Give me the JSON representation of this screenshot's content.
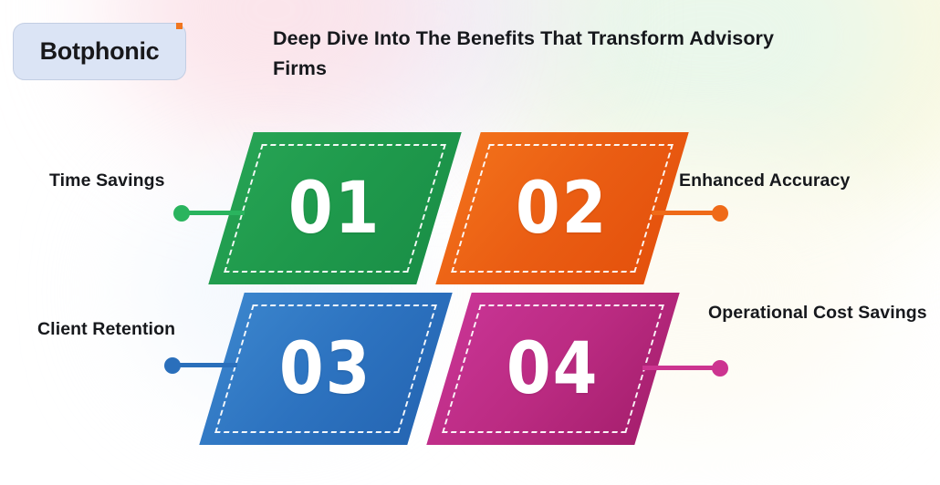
{
  "header": {
    "logo_text": "Botphonic",
    "logo_accent_color": "#f1751f",
    "logo_box_color": "#dbe4f5",
    "title": "Deep Dive Into The Benefits That Transform Advisory Firms"
  },
  "steps": [
    {
      "number": "01",
      "label": "Time Savings",
      "color": "#1f9a4c",
      "accent": "#2ab45e",
      "side": "left"
    },
    {
      "number": "02",
      "label": "Enhanced Accuracy",
      "color": "#ea5d13",
      "accent": "#ef6a18",
      "side": "right"
    },
    {
      "number": "03",
      "label": "Client Retention",
      "color": "#2d73c0",
      "accent": "#2a6fbb",
      "side": "left"
    },
    {
      "number": "04",
      "label": "Operational Cost Savings",
      "color": "#bb2b82",
      "accent": "#cc3490",
      "side": "right"
    }
  ]
}
